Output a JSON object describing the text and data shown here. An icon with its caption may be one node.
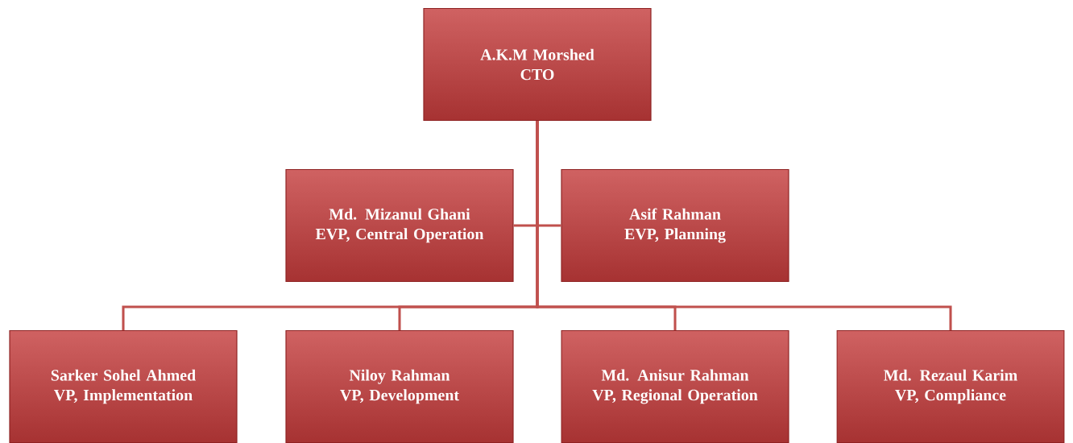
{
  "diagram": {
    "nodes": [
      {
        "text": [
          "A.K.M Morshed",
          "CTO"
        ]
      },
      {
        "text": [
          "Md. Mizanul Ghani",
          "EVP, Central Operation"
        ]
      },
      {
        "text": [
          "Asif Rahman",
          "EVP, Planning"
        ]
      },
      {
        "text": [
          "Sarker Sohel Ahmed",
          "VP, Implementation"
        ]
      },
      {
        "text": [
          "Niloy Rahman",
          "VP, Development"
        ]
      },
      {
        "text": [
          "Md. Anisur Rahman",
          "VP, Regional Operation"
        ]
      },
      {
        "text": [
          "Md. Rezaul Karim",
          "VP, Compliance"
        ]
      }
    ],
    "edges": [
      {
        "from": 0,
        "to": 1,
        "arrow": "none"
      },
      {
        "from": 0,
        "to": 2,
        "arrow": "none"
      },
      {
        "from": 0,
        "to": 3,
        "arrow": "none"
      },
      {
        "from": 0,
        "to": 4,
        "arrow": "none"
      },
      {
        "from": 0,
        "to": 5,
        "arrow": "none"
      },
      {
        "from": 0,
        "to": 6,
        "arrow": "none"
      }
    ]
  }
}
